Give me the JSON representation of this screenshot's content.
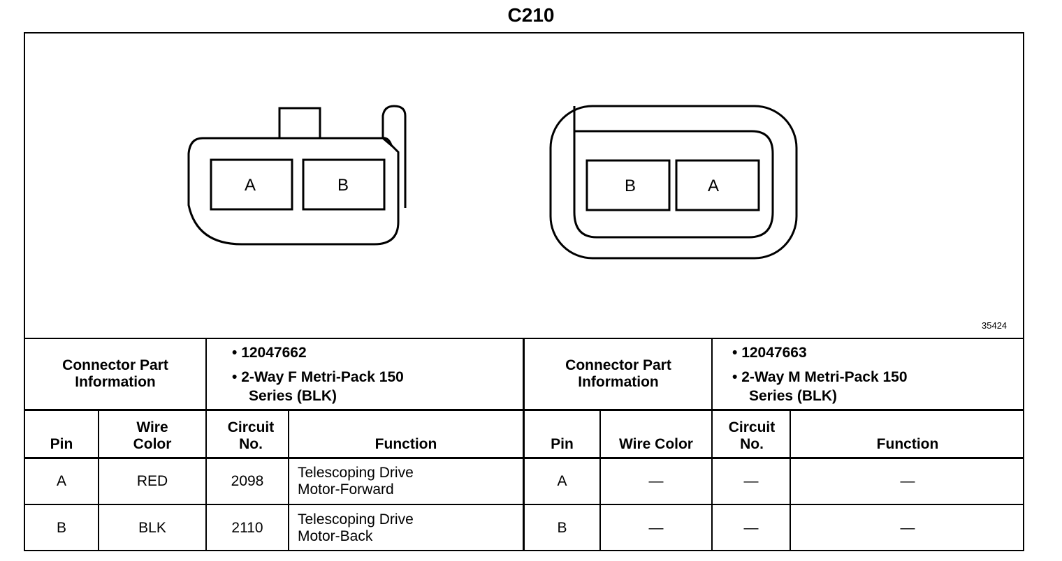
{
  "title": "C210",
  "figure_id": "35424",
  "connector_left": {
    "pins": [
      "A",
      "B"
    ],
    "part_info_label": "Connector Part Information",
    "part_info": [
      "12047662",
      "2-Way F Metri-Pack 150 Series (BLK)"
    ]
  },
  "connector_right": {
    "pins": [
      "B",
      "A"
    ],
    "part_info_label": "Connector Part Information",
    "part_info": [
      "12047663",
      "2-Way M Metri-Pack 150 Series (BLK)"
    ]
  },
  "table_left": {
    "headers": [
      "Pin",
      "Wire Color",
      "Circuit No.",
      "Function"
    ],
    "rows": [
      {
        "pin": "A",
        "wire_color": "RED",
        "circuit": "2098",
        "function": "Telescoping Drive Motor-Forward"
      },
      {
        "pin": "B",
        "wire_color": "BLK",
        "circuit": "2110",
        "function": "Telescoping Drive Motor-Back"
      }
    ]
  },
  "table_right": {
    "headers": [
      "Pin",
      "Wire Color",
      "Circuit No.",
      "Function"
    ],
    "rows": [
      {
        "pin": "A",
        "wire_color": "—",
        "circuit": "—",
        "function": "—"
      },
      {
        "pin": "B",
        "wire_color": "—",
        "circuit": "—",
        "function": "—"
      }
    ]
  }
}
